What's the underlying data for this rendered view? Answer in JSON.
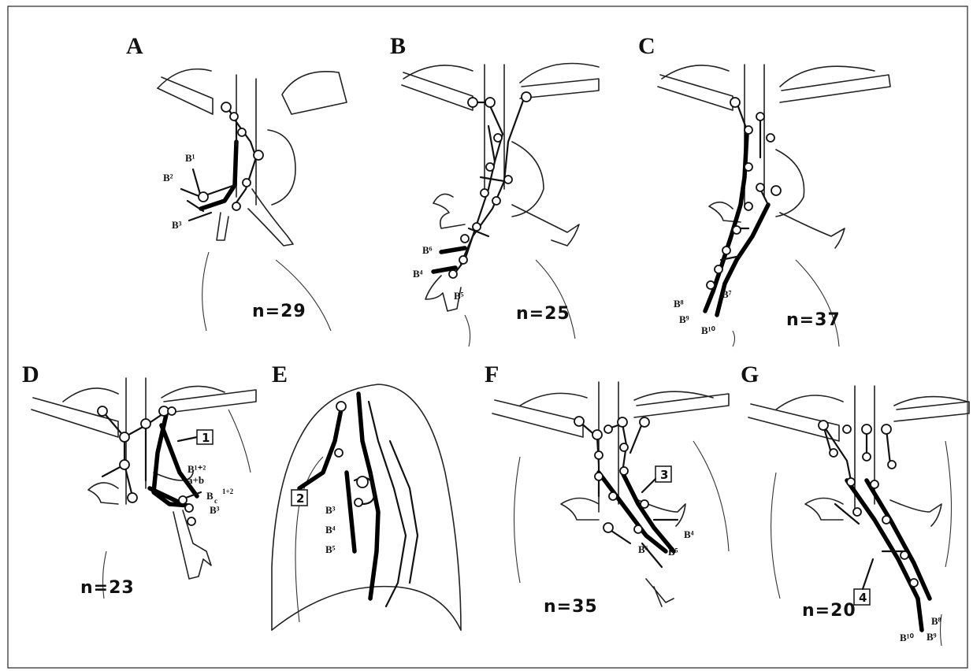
{
  "panels": [
    {
      "letter": "A",
      "count": "n=29",
      "labels": [
        "B¹",
        "B²",
        "B³"
      ]
    },
    {
      "letter": "B",
      "count": "n=25",
      "labels": [
        "B⁶",
        "B⁴",
        "B⁵"
      ]
    },
    {
      "letter": "C",
      "count": "n=37",
      "labels": [
        "B⁸",
        "B⁷",
        "B⁹",
        "B¹⁰"
      ]
    },
    {
      "letter": "D",
      "count": "n=23",
      "labels": [
        "B¹⁺²",
        "a+b",
        "B",
        "c",
        "1+2",
        "B³"
      ],
      "box": "1"
    },
    {
      "letter": "E",
      "count": "",
      "labels": [
        "B³",
        "B⁴",
        "B⁵"
      ],
      "box": "2"
    },
    {
      "letter": "F",
      "count": "n=35",
      "labels": [
        "B⁴",
        "B⁶",
        "B⁵"
      ],
      "box": "3"
    },
    {
      "letter": "G",
      "count": "n=20",
      "labels": [
        "B⁸",
        "B¹⁰",
        "B⁹"
      ],
      "box": "4"
    }
  ]
}
